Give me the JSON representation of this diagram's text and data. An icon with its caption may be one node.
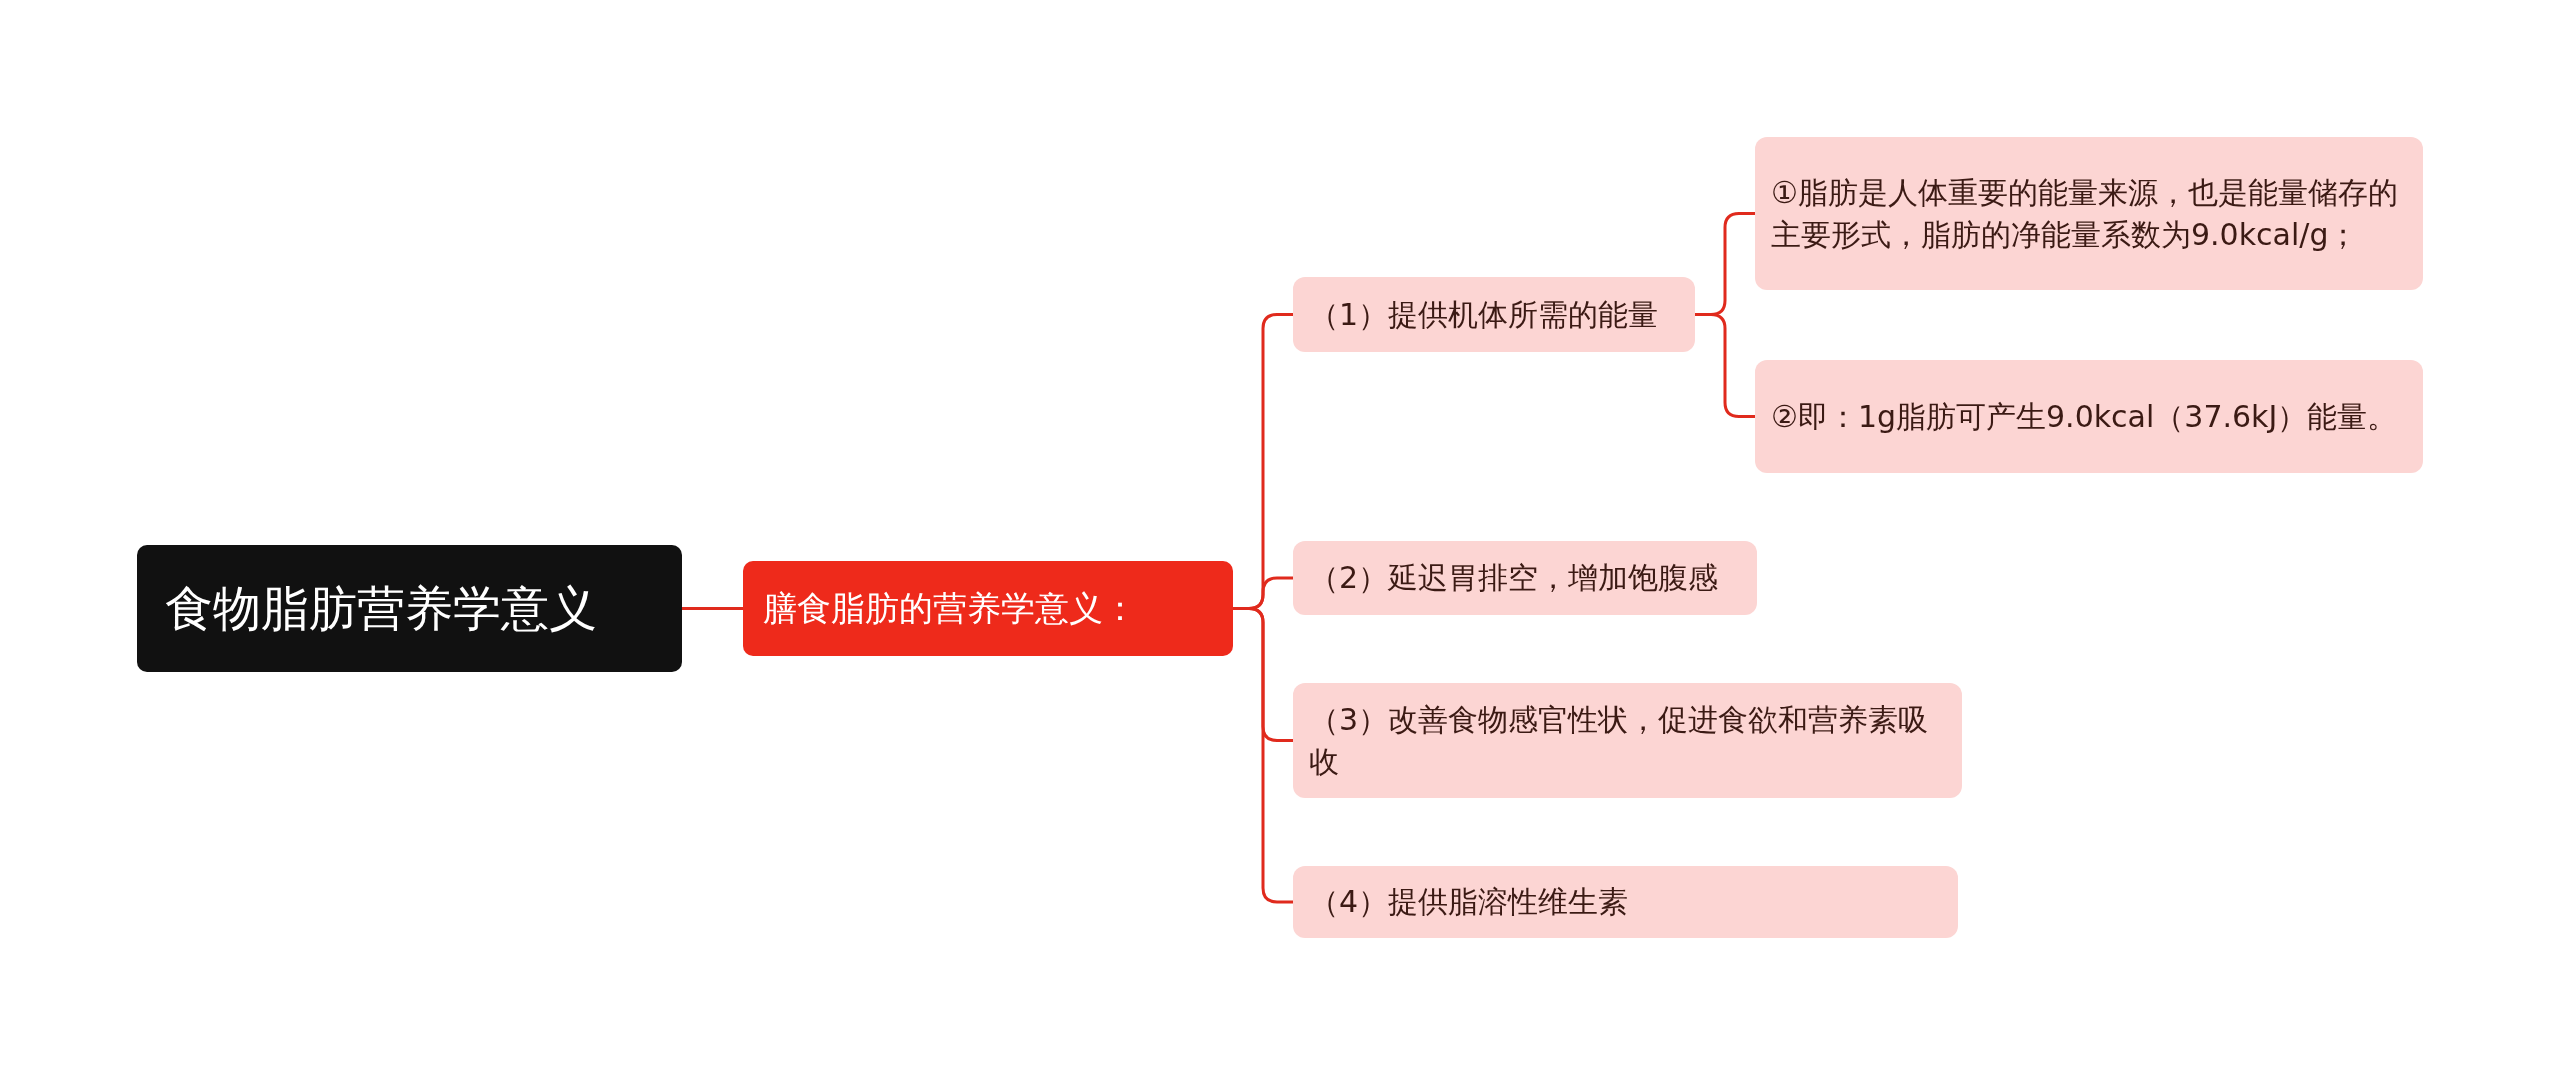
{
  "diagram": {
    "nodes": [
      {
        "text": [
          "食物脂肪营养学意义"
        ]
      },
      {
        "text": [
          "膳食脂肪的营养学意义："
        ]
      },
      {
        "text": [
          "（1）提供机体所需的能量"
        ]
      },
      {
        "text": [
          "①脂肪是人体重要的能量来源，也是能量储存的主要形式，脂肪的净能量系数为9.0kcal/g；"
        ]
      },
      {
        "text": [
          "②即：1g脂肪可产生9.0kcal（37.6kJ）能量。"
        ]
      },
      {
        "text": [
          "（2）延迟胃排空，增加饱腹感"
        ]
      },
      {
        "text": [
          "（3）改善食物感官性状，促进食欲和营养素吸收"
        ]
      },
      {
        "text": [
          "（4）提供脂溶性维生素"
        ]
      }
    ],
    "edges": [
      {
        "from": 0,
        "to": 1,
        "arrow": "none"
      },
      {
        "from": 1,
        "to": 2,
        "arrow": "none"
      },
      {
        "from": 2,
        "to": 3,
        "arrow": "none"
      },
      {
        "from": 2,
        "to": 4,
        "arrow": "none"
      },
      {
        "from": 1,
        "to": 5,
        "arrow": "none"
      },
      {
        "from": 1,
        "to": 6,
        "arrow": "none"
      },
      {
        "from": 1,
        "to": 7,
        "arrow": "none"
      }
    ]
  }
}
